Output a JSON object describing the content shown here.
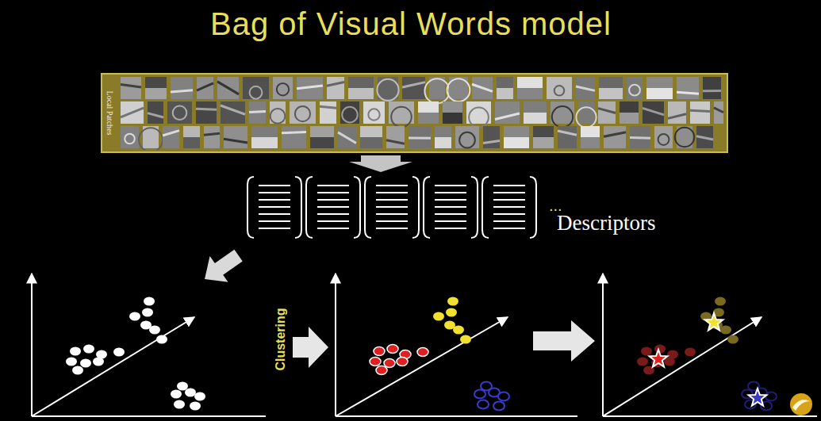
{
  "diagram": {
    "title": "Bag of Visual Words model",
    "nodes": [
      {
        "text": [
          "Local Patches"
        ]
      }
    ],
    "labels": [
      "...",
      "Descriptors",
      "Clustering"
    ]
  }
}
